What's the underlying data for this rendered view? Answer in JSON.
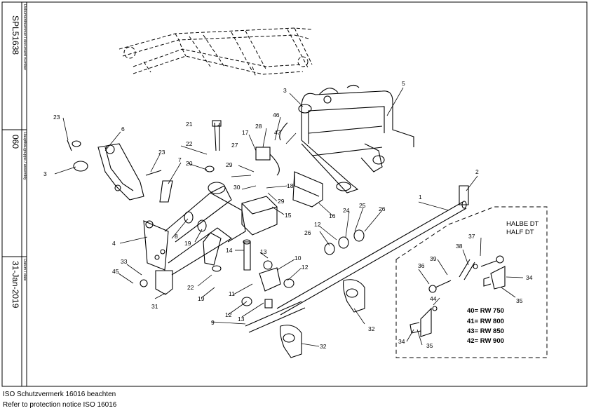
{
  "title_block": {
    "doc_number_label": "Dokumentnummer / document number",
    "doc_number": "SPL51638",
    "assembly_label": "Hauptbaugruppe / assembly",
    "assembly": "060",
    "date_label": "Datum / date",
    "date": "31-Jan-2019"
  },
  "part_labels": [
    "1",
    "2",
    "3",
    "3",
    "4",
    "5",
    "6",
    "7",
    "8",
    "9",
    "10",
    "11",
    "12",
    "12",
    "12",
    "13",
    "13",
    "14",
    "15",
    "16",
    "17",
    "18",
    "19",
    "19",
    "20",
    "21",
    "22",
    "22",
    "23",
    "23",
    "24",
    "25",
    "26",
    "26",
    "27",
    "28",
    "29",
    "29",
    "30",
    "31",
    "32",
    "32",
    "33",
    "34",
    "34",
    "35",
    "35",
    "36",
    "37",
    "38",
    "39",
    "44",
    "45",
    "46",
    "47"
  ],
  "half_dt": {
    "line1": "HALBE DT",
    "line2": "HALF DT",
    "variants": [
      "40= RW 750",
      "41= RW 800",
      "43= RW 850",
      "42= RW 900"
    ]
  },
  "footer": {
    "line1": "ISO Schutzvermerk 16016 beachten",
    "line2": "Refer to protection notice ISO 16016"
  }
}
